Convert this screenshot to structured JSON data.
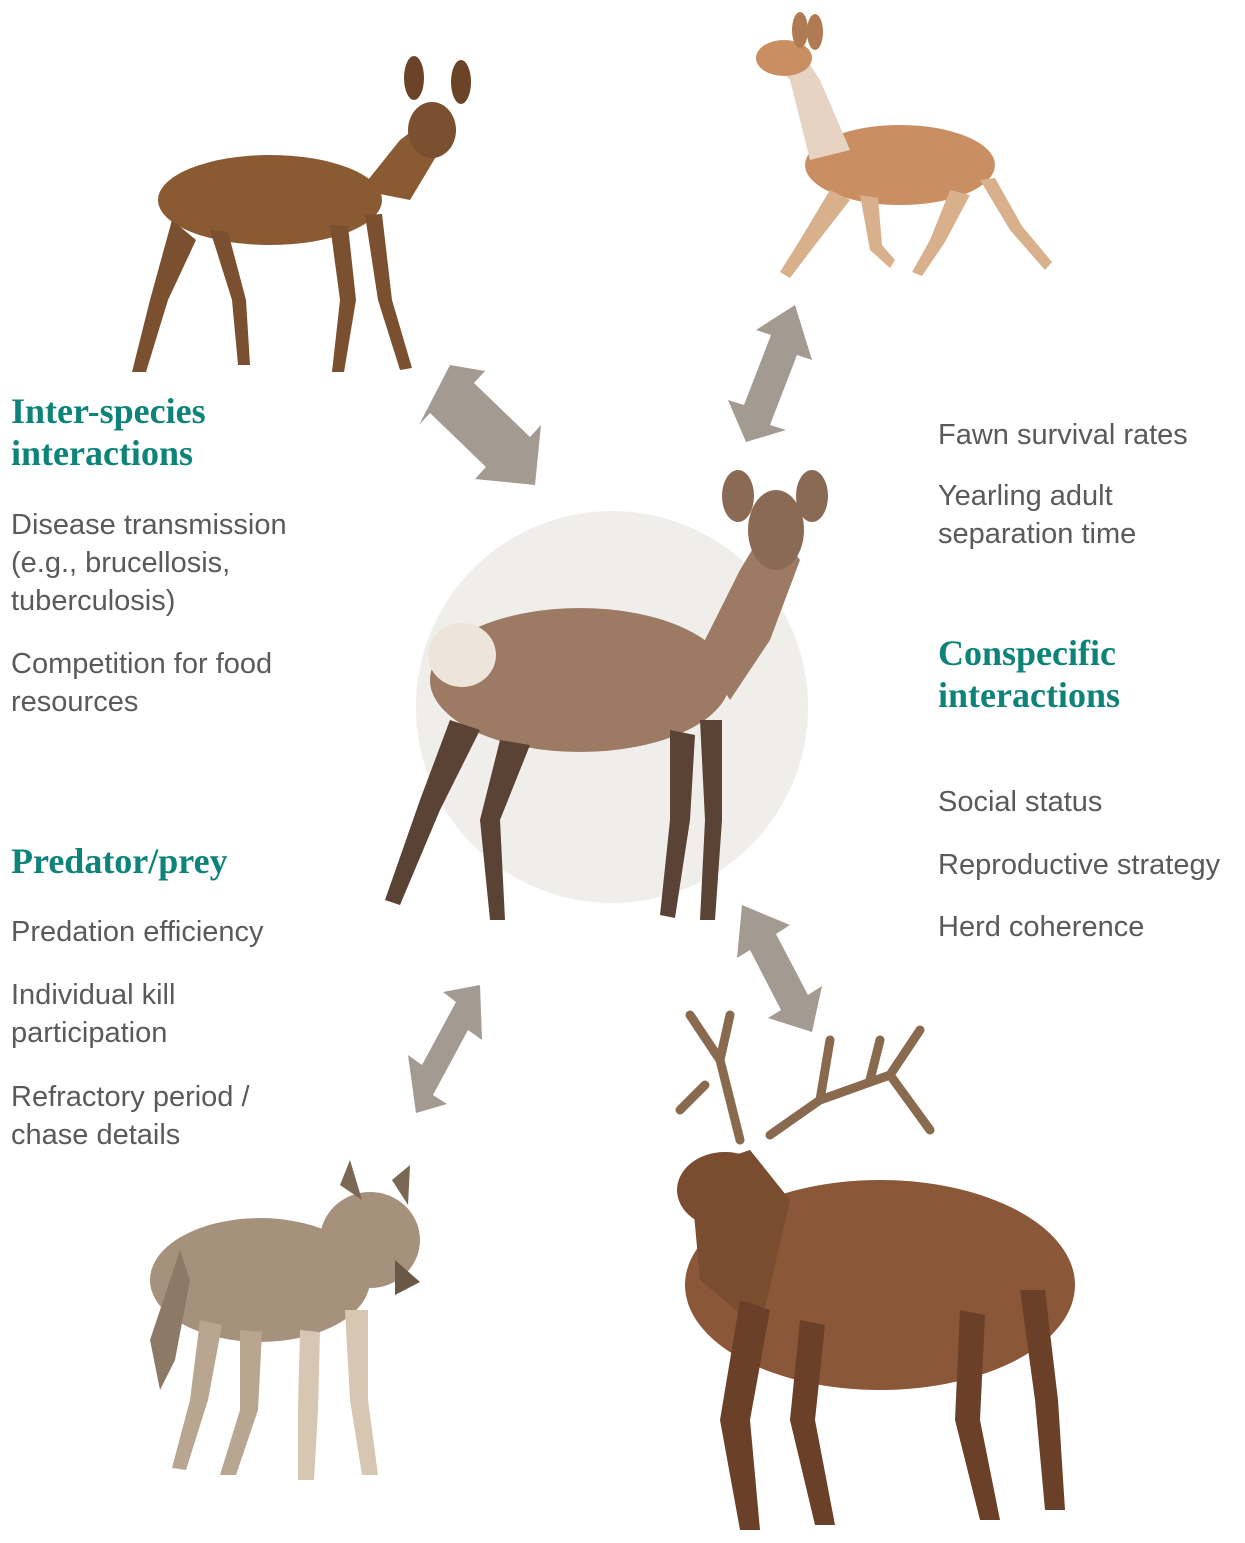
{
  "sections": {
    "inter_species": {
      "heading": [
        "Inter-species",
        "interactions"
      ],
      "items": [
        [
          "Disease transmission",
          "(e.g., brucellosis,",
          "tuberculosis)"
        ],
        [
          "Competition for food",
          "resources"
        ]
      ]
    },
    "predator_prey": {
      "heading": [
        "Predator/prey"
      ],
      "items": [
        [
          "Predation efficiency"
        ],
        [
          "Individual kill",
          "participation"
        ],
        [
          "Refractory period /",
          "chase details"
        ]
      ]
    },
    "conspecific": {
      "heading": [
        "Conspecific",
        "interactions"
      ],
      "items": [
        [
          "Social status"
        ],
        [
          "Reproductive strategy"
        ],
        [
          "Herd coherence"
        ]
      ]
    },
    "fawn": {
      "items": [
        [
          "Fawn survival rates"
        ],
        [
          "Yearling adult",
          "separation time"
        ]
      ]
    }
  },
  "animals": [
    {
      "name": "roe-deer-image"
    },
    {
      "name": "fawn-image"
    },
    {
      "name": "female-elk-image"
    },
    {
      "name": "wolf-image"
    },
    {
      "name": "stag-image"
    }
  ],
  "colors": {
    "heading": "#0e8379",
    "text": "#5a5a5a",
    "arrow": "#a39a92",
    "circle": "#efeeea"
  }
}
